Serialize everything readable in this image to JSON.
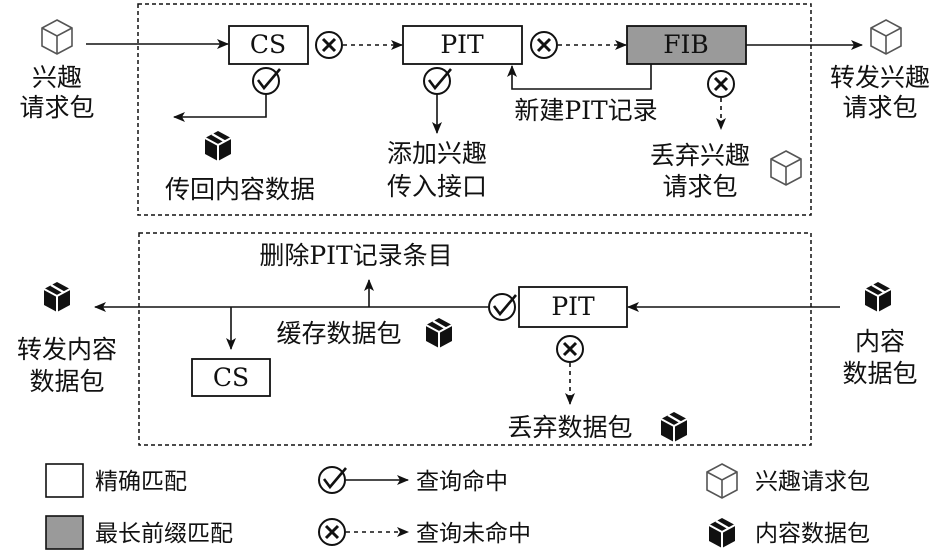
{
  "top_panel": {
    "interest_packet_in": [
      "兴趣",
      "请求包"
    ],
    "cs_label": "CS",
    "pit_label": "PIT",
    "fib_label": "FIB",
    "forward_interest": [
      "转发兴趣",
      "请求包"
    ],
    "return_content": "传回内容数据",
    "add_interface": [
      "添加兴趣",
      "传入接口"
    ],
    "new_pit_entry": "新建PIT记录",
    "drop_interest": [
      "丢弃兴趣",
      "请求包"
    ]
  },
  "bottom_panel": {
    "delete_pit_entry": "删除PIT记录条目",
    "forward_content": [
      "转发内容",
      "数据包"
    ],
    "cache_packet": "缓存数据包",
    "pit_label": "PIT",
    "cs_label": "CS",
    "content_packet_in": [
      "内容",
      "数据包"
    ],
    "drop_packet": "丢弃数据包"
  },
  "legend": {
    "exact_match": "精确匹配",
    "longest_prefix": "最长前缀匹配",
    "lookup_hit": "查询命中",
    "lookup_miss": "查询未命中",
    "interest_packet": "兴趣请求包",
    "content_packet": "内容数据包"
  },
  "colors": {
    "fib_fill": "#9a9a9a",
    "line": "#111111"
  }
}
